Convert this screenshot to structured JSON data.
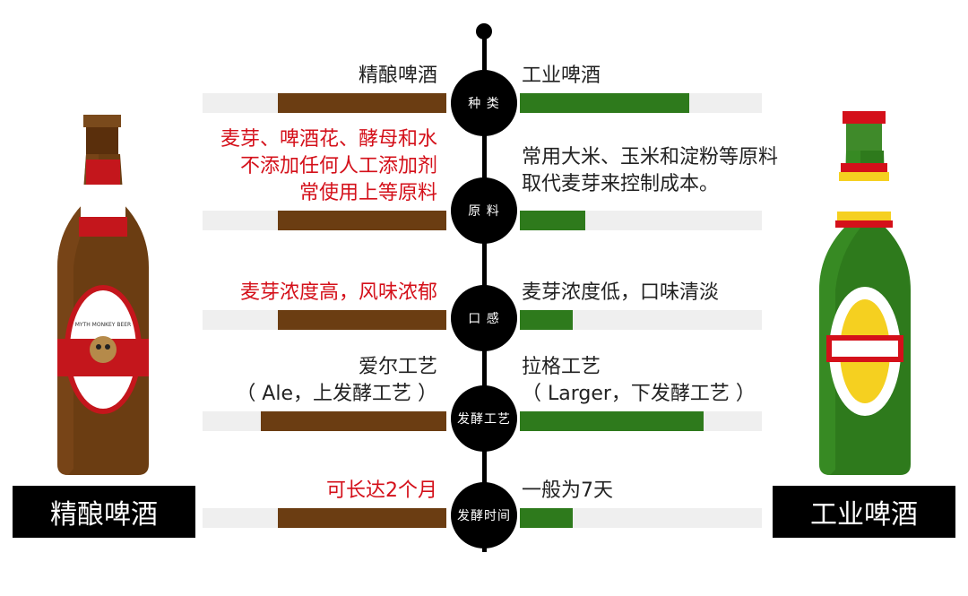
{
  "labels": {
    "left_title": "精酿啤酒",
    "right_title": "工业啤酒"
  },
  "bottle_left": {
    "text": "MYTH MONKEY BEER"
  },
  "rows": [
    {
      "node": "种 类",
      "left": [
        "精酿啤酒"
      ],
      "left_red": false,
      "right": [
        "工业啤酒"
      ],
      "left_level": 0.69,
      "right_level": 0.7
    },
    {
      "node": "原 料",
      "left": [
        "麦芽、啤酒花、酵母和水",
        "不添加任何人工添加剂",
        "常使用上等原料"
      ],
      "left_red": true,
      "right": [
        "常用大米、玉米和淀粉等原料",
        "取代麦芽来控制成本。"
      ],
      "left_level": 0.69,
      "right_level": 0.27
    },
    {
      "node": "口 感",
      "left": [
        "麦芽浓度高，风味浓郁"
      ],
      "left_red": true,
      "right": [
        "麦芽浓度低，口味清淡"
      ],
      "left_level": 0.69,
      "right_level": 0.22
    },
    {
      "node": "发酵工艺",
      "left": [
        "爱尔工艺",
        "（ Ale，上发酵工艺 ）"
      ],
      "left_red": false,
      "right": [
        "拉格工艺",
        "（ Larger，下发酵工艺 ）"
      ],
      "left_level": 0.76,
      "right_level": 0.76
    },
    {
      "node": "发酵时间",
      "left": [
        "可长达2个月"
      ],
      "left_red": true,
      "right": [
        "一般为7天"
      ],
      "left_level": 0.69,
      "right_level": 0.22
    }
  ],
  "colors": {
    "craft": "#6b3d12",
    "industrial": "#2e7a1c",
    "highlight": "#d4101a"
  }
}
